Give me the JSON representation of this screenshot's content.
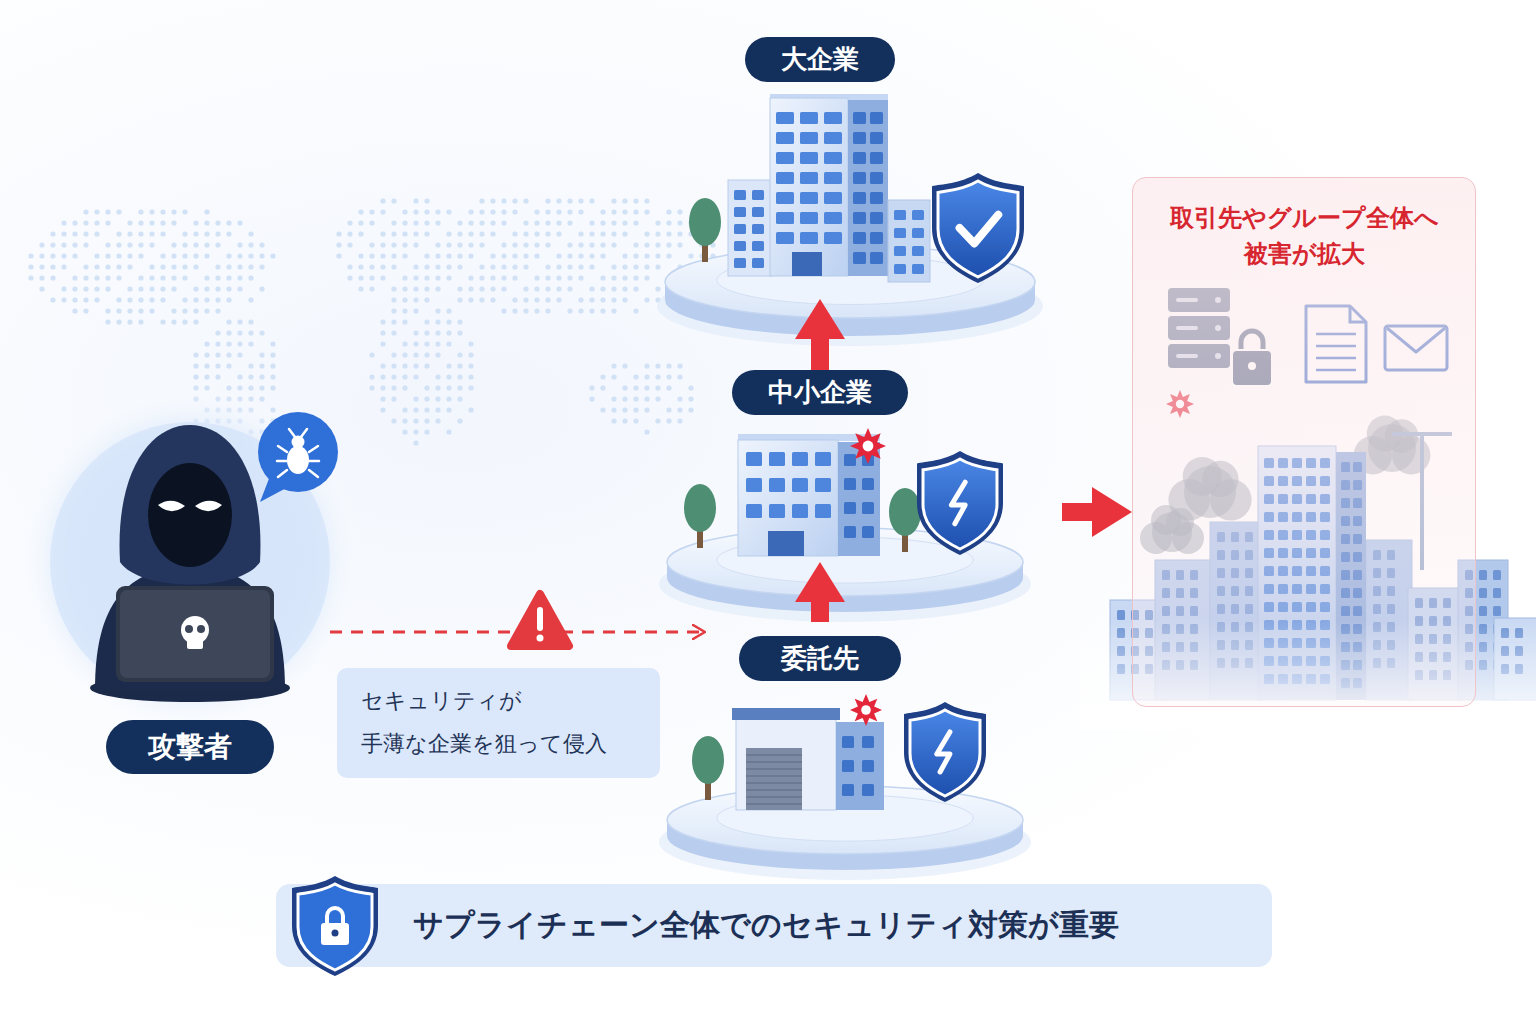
{
  "diagram": {
    "nodes": [
      {
        "text": [
          "攻撃者"
        ]
      },
      {
        "text": [
          "セキュリティが 手薄な企業を狙って侵入"
        ]
      },
      {
        "text": [
          "大企業"
        ]
      },
      {
        "text": [
          "中小企業"
        ]
      },
      {
        "text": [
          "委託先"
        ]
      },
      {
        "text": [
          "取引先やグループ全体へ 被害が拡大"
        ]
      },
      {
        "text": [
          "サプライチェーン全体でのセキュリティ対策が重要"
        ]
      }
    ],
    "edges": [
      {
        "from": 0,
        "to": 4,
        "arrow": "to"
      },
      {
        "from": 4,
        "to": 3,
        "arrow": "to"
      },
      {
        "from": 3,
        "to": 2,
        "arrow": "to"
      },
      {
        "from": 3,
        "to": 5,
        "arrow": "to"
      }
    ]
  }
}
